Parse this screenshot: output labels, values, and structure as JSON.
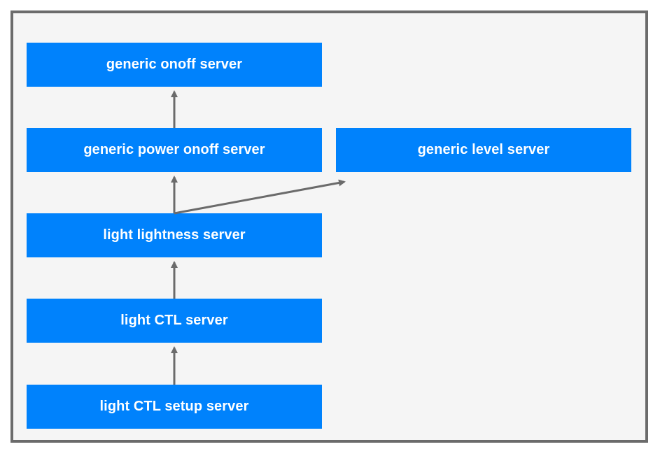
{
  "diagram": {
    "colors": {
      "box_fill": "#0082fc",
      "box_text": "#ffffff",
      "arrow": "#6b6b6b",
      "frame_border": "#6b6b6b",
      "background": "#f5f5f5"
    },
    "nodes": {
      "generic_onoff": "generic onoff server",
      "generic_power_onoff": "generic power onoff server",
      "generic_level": "generic level server",
      "light_lightness": "light lightness server",
      "light_ctl": "light CTL server",
      "light_ctl_setup": "light CTL setup server"
    },
    "edges": [
      {
        "from": "generic_power_onoff",
        "to": "generic_onoff"
      },
      {
        "from": "light_lightness",
        "to": "generic_power_onoff"
      },
      {
        "from": "light_lightness",
        "to": "generic_level"
      },
      {
        "from": "light_ctl",
        "to": "light_lightness"
      },
      {
        "from": "light_ctl_setup",
        "to": "light_ctl"
      }
    ]
  }
}
